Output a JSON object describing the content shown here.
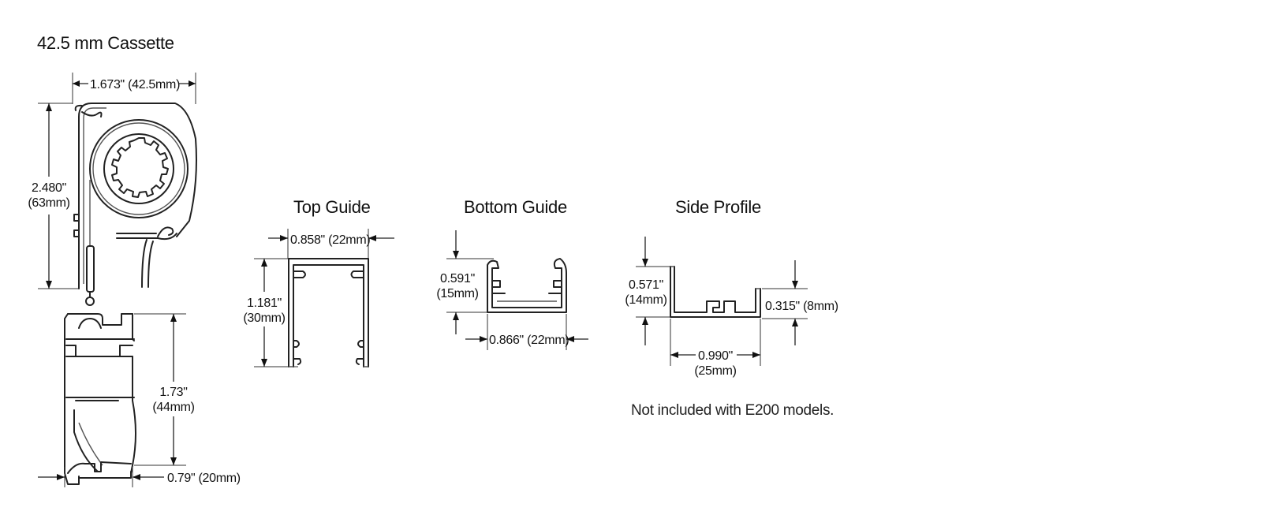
{
  "cassette": {
    "title": "42.5 mm Cassette",
    "width_dim": "1.673\" (42.5mm)",
    "height_dim_in": "2.480\"",
    "height_dim_mm": "(63mm)",
    "rail_height_in": "1.73\"",
    "rail_height_mm": "(44mm)",
    "rail_width_dim": "0.79\" (20mm)"
  },
  "top_guide": {
    "title": "Top Guide",
    "width_dim": "0.858\" (22mm)",
    "height_dim_in": "1.181\"",
    "height_dim_mm": "(30mm)"
  },
  "bottom_guide": {
    "title": "Bottom Guide",
    "height_dim_in": "0.591\"",
    "height_dim_mm": "(15mm)",
    "width_dim": "0.866\" (22mm)"
  },
  "side_profile": {
    "title": "Side Profile",
    "height_dim_in": "0.571\"",
    "height_dim_mm": "(14mm)",
    "inner_height_dim": "0.315\" (8mm)",
    "width_dim_in": "0.990\"",
    "width_dim_mm": "(25mm)",
    "note": "Not included with E200 models."
  }
}
